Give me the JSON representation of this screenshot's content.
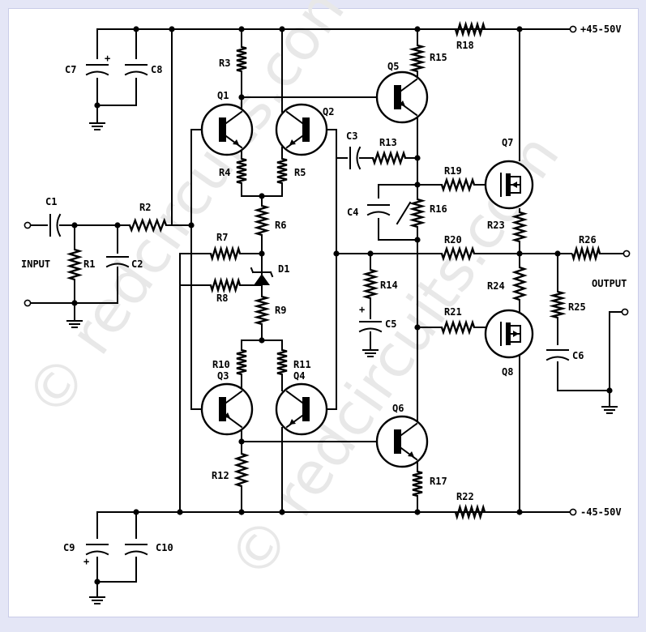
{
  "diagram": {
    "watermark": "© redcircuits.com",
    "terminals": {
      "positive_supply": "+45-50V",
      "negative_supply": "-45-50V",
      "input": "INPUT",
      "output": "OUTPUT"
    },
    "components": {
      "resistors": [
        "R1",
        "R2",
        "R3",
        "R4",
        "R5",
        "R6",
        "R7",
        "R8",
        "R9",
        "R10",
        "R11",
        "R12",
        "R13",
        "R14",
        "R15",
        "R16",
        "R17",
        "R18",
        "R19",
        "R20",
        "R21",
        "R22",
        "R23",
        "R24",
        "R25",
        "R26"
      ],
      "capacitors": [
        "C1",
        "C2",
        "C3",
        "C4",
        "C5",
        "C6",
        "C7",
        "C8",
        "C9",
        "C10"
      ],
      "transistors": [
        "Q1",
        "Q2",
        "Q3",
        "Q4",
        "Q5",
        "Q6",
        "Q7",
        "Q8"
      ],
      "diodes": [
        "D1"
      ]
    },
    "polarity_plus": "+",
    "colors": {
      "background": "#e4e6f6",
      "canvas": "#ffffff",
      "ink": "#000000",
      "watermark": "#e8e8e8"
    }
  }
}
